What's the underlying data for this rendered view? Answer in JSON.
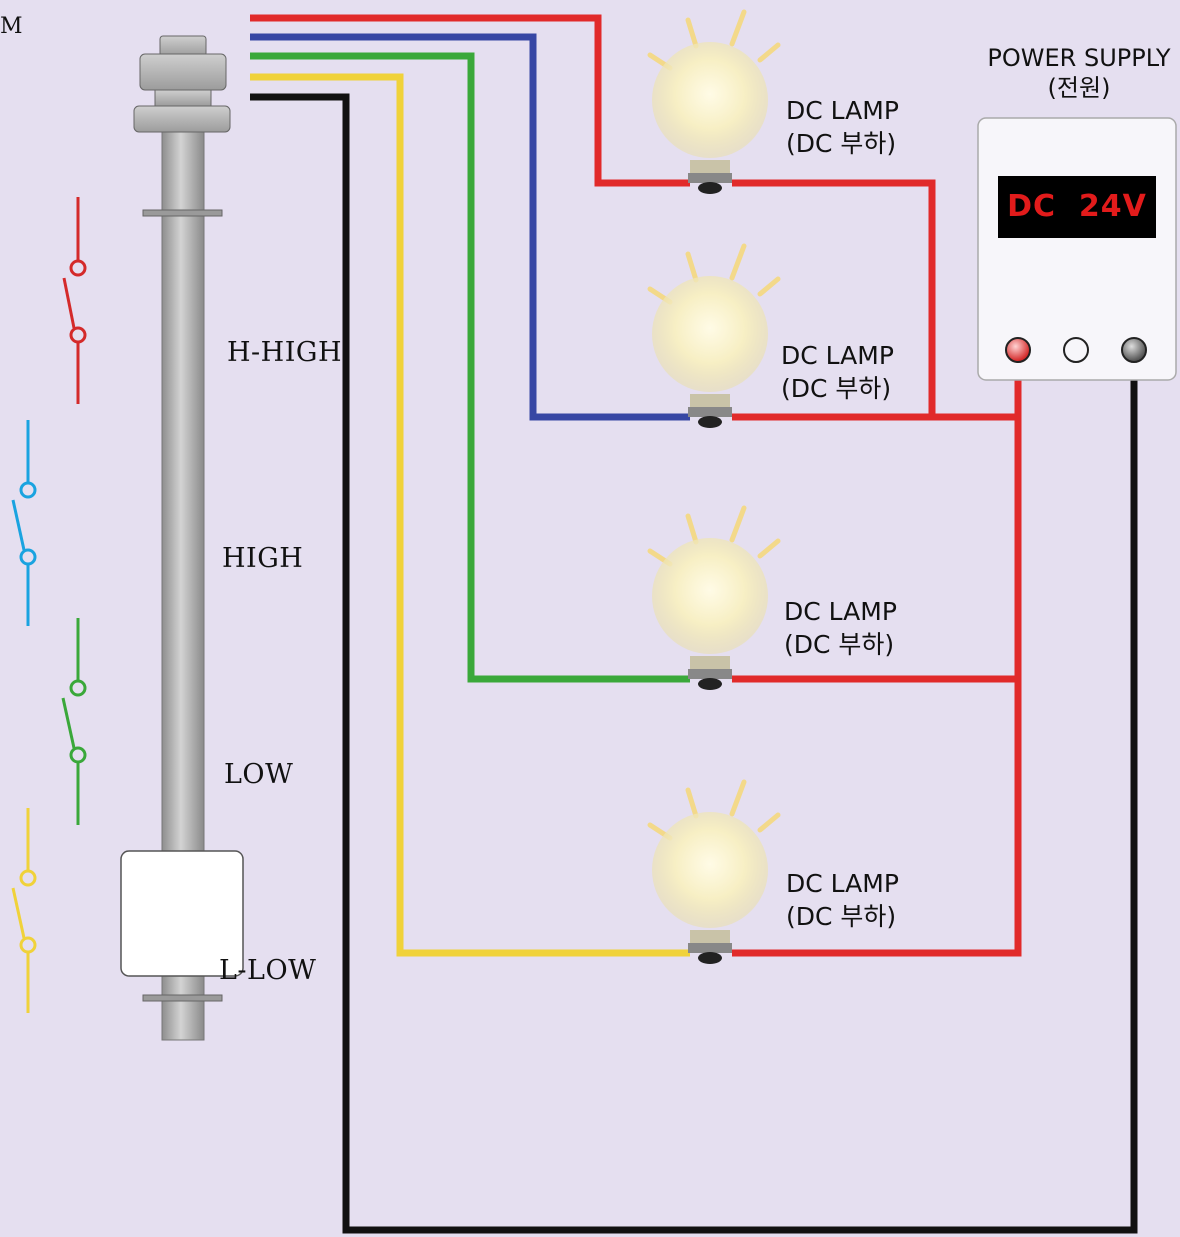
{
  "corner_label": "M",
  "levels": [
    "H-HIGH",
    "HIGH",
    "LOW",
    "L-LOW"
  ],
  "lamps": [
    {
      "line1": "DC LAMP",
      "line2": "(DC 부하)"
    },
    {
      "line1": "DC LAMP",
      "line2": "(DC 부하)"
    },
    {
      "line1": "DC LAMP",
      "line2": "(DC 부하)"
    },
    {
      "line1": "DC LAMP",
      "line2": "(DC 부하)"
    }
  ],
  "power_supply": {
    "title": "POWER SUPPLY",
    "subtitle": "(전원)",
    "display": "DC  24V"
  },
  "colors": {
    "background": "#e5dff0",
    "wire_red": "#e12a2a",
    "wire_blue": "#3747a4",
    "wire_green": "#3aa83a",
    "wire_yellow": "#f0d23a",
    "wire_black": "#111111",
    "switch_cyan": "#1aa3e0",
    "display_text": "#e21b1b"
  }
}
